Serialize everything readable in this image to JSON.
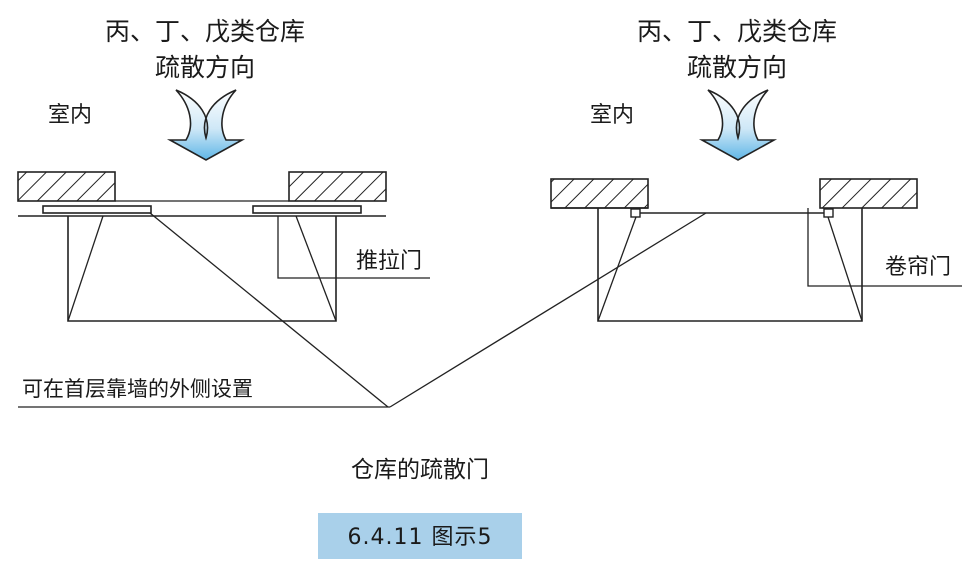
{
  "left_panel": {
    "heading_line1": "丙、丁、戊类仓库",
    "heading_line2": "疏散方向",
    "indoor_label": "室内",
    "door_label": "推拉门"
  },
  "right_panel": {
    "heading_line1": "丙、丁、戊类仓库",
    "heading_line2": "疏散方向",
    "indoor_label": "室内",
    "door_label": "卷帘门"
  },
  "shared_note": "可在首层靠墙的外侧设置",
  "caption": "仓库的疏散门",
  "figure_id": "6.4.11 图示5",
  "colors": {
    "line": "#222222",
    "arrow_top": "#ffffff",
    "arrow_bottom": "#5fb6e6",
    "label_bg": "#a9d0ea"
  }
}
